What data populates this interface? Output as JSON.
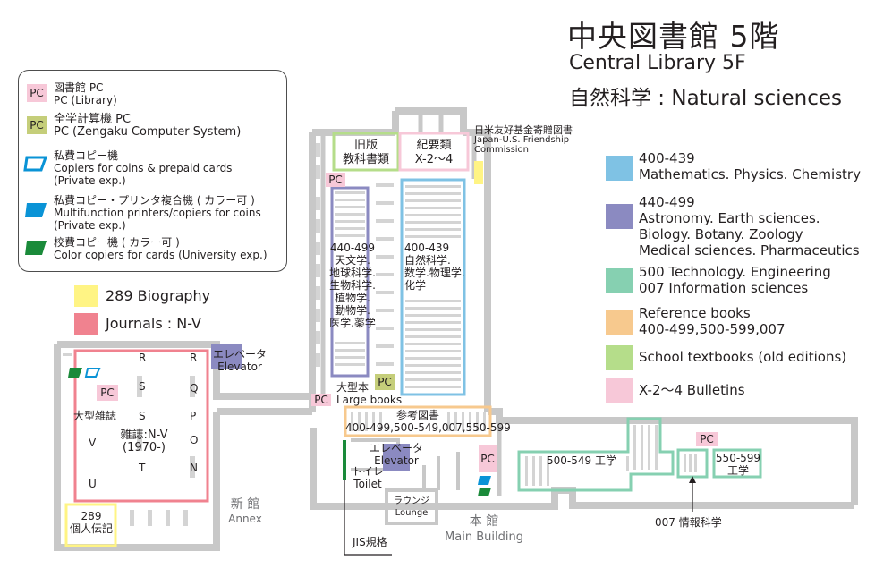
{
  "title": {
    "jp": "中央図書館 5階",
    "en": "Central Library 5F",
    "sub": "自然科学 : Natural sciences"
  },
  "icon_legend": {
    "library_pc": {
      "badge": "PC",
      "line1": "図書館 PC",
      "line2": "PC (Library)"
    },
    "zengaku_pc": {
      "badge": "PC",
      "line1": "全学計算機 PC",
      "line2": "PC (Zengaku Computer System)"
    },
    "private_copier": {
      "line1": "私費コピー機",
      "line2": "Copiers for coins & prepaid cards",
      "line3": "(Private exp.)"
    },
    "multifunction": {
      "line1": "私費コピー・プリンタ複合機 ( カラー可 )",
      "line2": "Multifunction printers/copiers for coins",
      "line3": "(Private exp.)"
    },
    "color_copier": {
      "line1": "校費コピー機 ( カラー可 )",
      "line2": "Color copiers for cards (University exp.)"
    }
  },
  "zone_legend_left": [
    {
      "label": "289 Biography",
      "color": "#fff484"
    },
    {
      "label": "Journals : N-V",
      "color": "#f0828f"
    }
  ],
  "zone_legend_right": [
    {
      "line1": "400-439",
      "line2": "Mathematics. Physics. Chemistry",
      "line3": "",
      "line4": "",
      "color": "#7fc2e4"
    },
    {
      "line1": "440-499",
      "line2": "Astronomy. Earth sciences.",
      "line3": "Biology. Botany. Zoology",
      "line4": "Medical sciences. Pharmaceutics",
      "color": "#8b8ac1"
    },
    {
      "line1": "500 Technology. Engineering",
      "line2": "007 Information sciences",
      "line3": "",
      "line4": "",
      "color": "#86d0b1"
    },
    {
      "line1": "Reference books",
      "line2": "400-499,500-599,007",
      "line3": "",
      "line4": "",
      "color": "#f7c98e"
    },
    {
      "line1": "School textbooks (old editions)",
      "line2": "",
      "line3": "",
      "line4": "",
      "color": "#b5dd8a"
    },
    {
      "line1": "X-2～4  Bulletins",
      "line2": "",
      "line3": "",
      "line4": "",
      "color": "#f7c8d8"
    }
  ],
  "map": {
    "old_textbooks": {
      "line1": "旧版",
      "line2": "教科書類"
    },
    "bulletins": {
      "line1": "紀要類",
      "line2": "X-2～4"
    },
    "japan_us": {
      "line1": "日米友好基金寄贈図書",
      "line2": "Japan-U.S. Friendship",
      "line3": "Commission"
    },
    "sec_440": {
      "l1": "440-499",
      "l2": "天文学.",
      "l3": "地球科学.",
      "l4": "生物科学.",
      "l5": "植物学.",
      "l6": "動物学.",
      "l7": "医学.薬学"
    },
    "sec_400": {
      "l1": "400-439",
      "l2": "自然科学.",
      "l3": "数学.物理学.",
      "l4": "化学"
    },
    "large_books": {
      "line1": "大型本",
      "line2": "Large books"
    },
    "reference": {
      "line1": "参考図書",
      "line2": "400-499,500-549,007,550-599"
    },
    "elevator_main": {
      "line1": "エレベータ",
      "line2": "Elevator"
    },
    "elevator_annex": {
      "line1": "エレベータ",
      "line2": "Elevator"
    },
    "toilet": {
      "line1": "トイレ",
      "line2": "Toilet"
    },
    "lounge": {
      "line1": "ラウンジ",
      "line2": "Lounge"
    },
    "main_building": {
      "line1": "本 館",
      "line2": "Main Building"
    },
    "annex": {
      "line1": "新 館",
      "line2": "Annex"
    },
    "jis": "JIS規格",
    "eng_500": "500-549 工学",
    "eng_550": {
      "line1": "550-599",
      "line2": "工学"
    },
    "info_007": "007 情報科学",
    "large_journals": "大型雑誌",
    "journals": {
      "line1": "雑誌:N-V",
      "line2": "(1970-)"
    },
    "biography": {
      "line1": "289",
      "line2": "個人伝記"
    },
    "letters": [
      "R",
      "R",
      "S",
      "Q",
      "S",
      "P",
      "V",
      "O",
      "T",
      "N",
      "U"
    ],
    "pc": "PC"
  }
}
